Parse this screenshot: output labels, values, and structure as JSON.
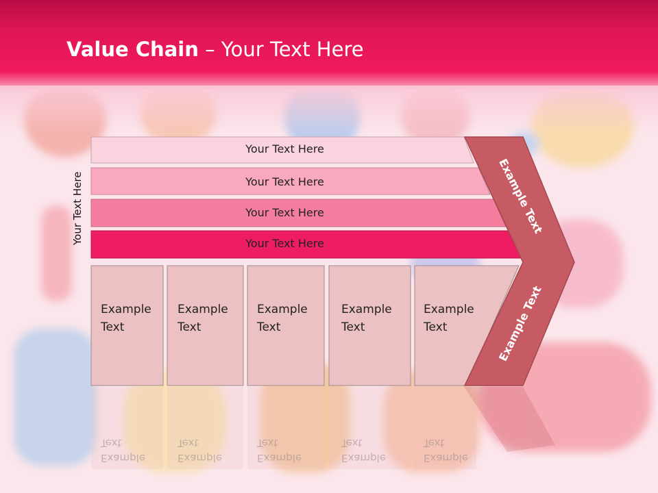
{
  "slide": {
    "title_bold": "Value Chain",
    "title_rest": " – Your Text Here",
    "side_label": "Your Text Here"
  },
  "bands": [
    {
      "label": "Your Text Here",
      "color": "#fbd3de"
    },
    {
      "label": "Your Text Here",
      "color": "#f9a8c0"
    },
    {
      "label": "Your Text Here",
      "color": "#f57ea0"
    },
    {
      "label": "Your Text Here",
      "color": "#ee1c60"
    }
  ],
  "boxes": [
    {
      "line1": "Example",
      "line2": "Text"
    },
    {
      "line1": "Example",
      "line2": "Text"
    },
    {
      "line1": "Example",
      "line2": "Text"
    },
    {
      "line1": "Example",
      "line2": "Text"
    },
    {
      "line1": "Example",
      "line2": "Text"
    }
  ],
  "chevron": {
    "upper_text": "Example Text",
    "lower_text": "Example Text",
    "color": "#c75b63"
  },
  "colors": {
    "header": "#e01655",
    "box_fill": "#ecc1c3",
    "box_border": "#9e8a8c"
  }
}
